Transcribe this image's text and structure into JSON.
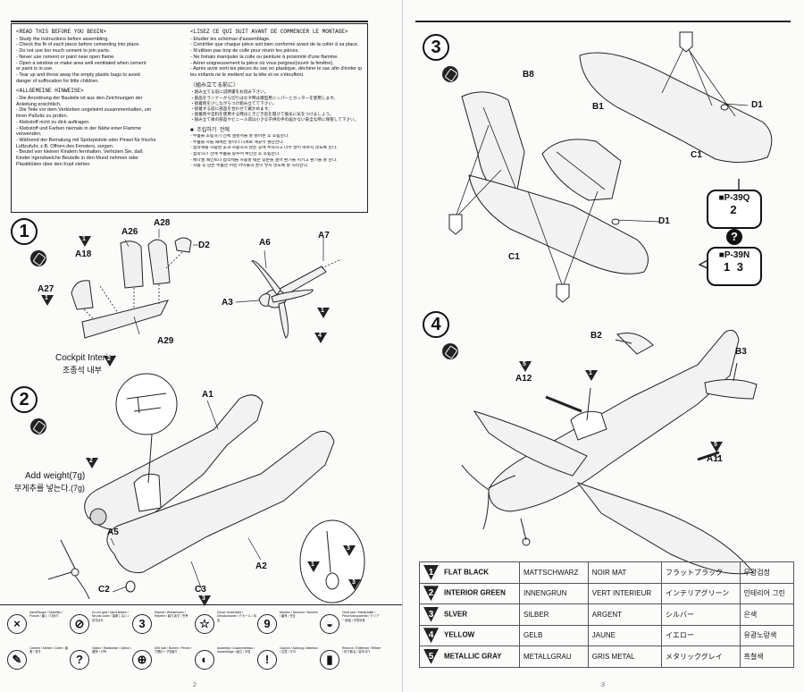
{
  "warnings": {
    "en_head": "<READ THIS BEFORE YOU BEGIN>",
    "en_lines": [
      "- Study the instructions before assembling.",
      "- Check the fit of each piece before cementing into place.",
      "- Do not use too much cement to join parts.",
      "- Never use cement or paint near open flame.",
      "- Open a window or make area well ventilated when cement",
      "  or paint is in use.",
      "- Tear up and throw away the empty plastic bags to avoid",
      "  danger of suffocation for little children."
    ],
    "de_head": "<ALLGEMEINE HINWEISE>",
    "de_lines": [
      "- Die Anordnung der Bauteile ist aus den Zeichnungen der",
      "  Anleitung ersichtlich.",
      "- Die Teile vor dem Verkleben ungeleimt zusammenhalten, um",
      "  ihren Paßsitz zu prüfen.",
      "- Klebstoff nicht zu dick auftragen.",
      "- Klebstoff und Farben niemals in der Nähe einer Flamme",
      "  verwenden.",
      "- Während der Bemalung mit Spritzpistole oder Pinsel für frische",
      "  Luftzufuhr, z.B. Öffnen des Fensters, sorgen.",
      "- Beutel von kleinen Kindern fernhalten. Verhüten Sie, daß",
      "  Kinder irgendwelche Beutelle in den Mund nehmen oder",
      "  Plastiktüten über den Kopf ziehen."
    ],
    "fr_head": "<LISEZ CE QUI SUIT AVANT DE COMMENCER LE MONTAGE>",
    "fr_lines": [
      "- Etudier les schémas d'assemblage.",
      "- Contrôler que chaque pièce soit bien conforme avant de la coller à sa place.",
      "- N'utiliser pas trop de colle pour réunir les pièces.",
      "- Ne fomais manipuler la colle ou peinture à proximité d'une flamme.",
      "- Aérer soigneusement la pièce où vous peignez(ouvrir la fenêtre).",
      "- Après avoir sorti les pièces du sac en plastique, déchirer le sac afin d'éviter que",
      "  les enfants ne le mettent sur la tête et ne s'étouffent."
    ],
    "jp_head": "〈組み立てる前に〉",
    "jp_lines": [
      "・組み立てる前に説明書をお読み下さい。",
      "・部品をランナーから切りはなす時は模型用ニッパーとカッターを使用します。",
      "・接着剤を少しながらつけ組み立てて下さい。",
      "・接着する前に部品を合わせて確かめます。",
      "・接着剤や塗料を使用する時はときどき窓を開けて換気に気をつけましょう。",
      "・組み立て後の部品やビニール袋は小さな子供の手の届かない安全な所に保管して下さい。"
    ],
    "ko_head": "■ 조립하기 전에",
    "ko_lines": [
      "- 부품을 조립하기 전에 설명서를 잘 읽어본 후 조립한다.",
      "- 부품을 자를 때에는 칼이나 니퍼로 깨끗이 절단한다.",
      "- 접착제를 사용할 곳과 사용하지 않는 곳에 주의하고 너무 많이 바르지 않도록 한다.",
      "- 접착하기 전에 부품을 맞추어 확인한 후 조립한다.",
      "- 에나멜 페인트나 접착제를 사용할 때는 창문을 열어 환기를 시키고 환기를 잘 한다.",
      "- 사용 후 남은 부품은 어린 아이들의 손이 닿지 않도록 잘 처리한다."
    ]
  },
  "steps": {
    "s1": {
      "num": "1",
      "labels": [
        "A26",
        "A28",
        "D2",
        "A18",
        "A27",
        "A29",
        "A6",
        "A7",
        "A3"
      ],
      "caption_en": "Cockpit Interior",
      "caption_ko": "조종석 내부",
      "caption_badge": "2"
    },
    "s2": {
      "num": "2",
      "labels": [
        "A1",
        "A5",
        "C2",
        "C3",
        "A2"
      ],
      "weight_en": "Add weight(7g)",
      "weight_ko": "무게추를 넣는다.(7g)",
      "badges": [
        "2",
        "3",
        "1",
        "3",
        "3"
      ]
    },
    "s3": {
      "num": "3",
      "labels": [
        "B8",
        "B1",
        "D1",
        "C1",
        "D1",
        "C1"
      ]
    },
    "s4": {
      "num": "4",
      "labels": [
        "B2",
        "B3",
        "A12",
        "A11"
      ],
      "badges": [
        "5",
        "1",
        "5"
      ]
    },
    "s1_badges": [
      "1",
      "1",
      "1",
      "4"
    ]
  },
  "variants": {
    "q": {
      "name": "■P-39Q",
      "sel": "2"
    },
    "n": {
      "name": "■P-39N",
      "sel": "1 3"
    },
    "qmark": "?"
  },
  "legend": [
    {
      "icon": "×",
      "text": "Sand/Shape / Schleifen / Poncer / 磨く / 다듬기"
    },
    {
      "icon": "⊘",
      "text": "Do not glue / Nicht kleben / Ne pas coller / 接着しない / 접착금지"
    },
    {
      "icon": "3",
      "text": "Repeat / Wiederholen / Répéter / 繰り返す / 반복"
    },
    {
      "icon": "☆",
      "text": "Decal / Abziehbild / Décalcomanie / デカール / 데칼"
    },
    {
      "icon": "9",
      "text": "Number / Nummer / Numéro / 番号 / 번호"
    },
    {
      "icon": "◒",
      "text": "Clear part / Klarsichtteil / Pièce transparente / クリアー部品 / 투명부품"
    },
    {
      "icon": "✎",
      "text": "Cement / Kleben / Coller / 接着 / 접착"
    },
    {
      "icon": "?",
      "text": "Option / Wahlweise / Option / 選択 / 선택"
    },
    {
      "icon": "⊕",
      "text": "Drill hole / Bohren / Percer / 穴開け / 구멍뚫기"
    },
    {
      "icon": "◐",
      "text": "Assembly / Zusammenbau / Assemblage / 組立 / 조립"
    },
    {
      "icon": "!",
      "text": "Caution / Achtung / Attention / 注意 / 주의"
    },
    {
      "icon": "▮",
      "text": "Remove / Entfernen / Retirer / 切り取る / 잘라내기"
    }
  ],
  "colors": [
    {
      "num": "1",
      "en": "FLAT BLACK",
      "de": "MATTSCHWARZ",
      "fr": "NOIR MAT",
      "jp": "フラットブラック",
      "ko": "무광검정"
    },
    {
      "num": "2",
      "en": "INTERIOR GREEN",
      "de": "INNENGRUN",
      "fr": "VERT INTERIEUR",
      "jp": "インテリアグリーン",
      "ko": "인테리어 그린"
    },
    {
      "num": "3",
      "en": "SLVER",
      "de": "SILBER",
      "fr": "ARGENT",
      "jp": "シルバー",
      "ko": "은색"
    },
    {
      "num": "4",
      "en": "YELLOW",
      "de": "GELB",
      "fr": "JAUNE",
      "jp": "イエロー",
      "ko": "유광노랑색"
    },
    {
      "num": "5",
      "en": "METALLIC GRAY",
      "de": "METALLGRAU",
      "fr": "GRIS METAL",
      "jp": "メタリックグレイ",
      "ko": "흑철색"
    }
  ],
  "page_numbers": {
    "left": "2",
    "right": "3"
  }
}
